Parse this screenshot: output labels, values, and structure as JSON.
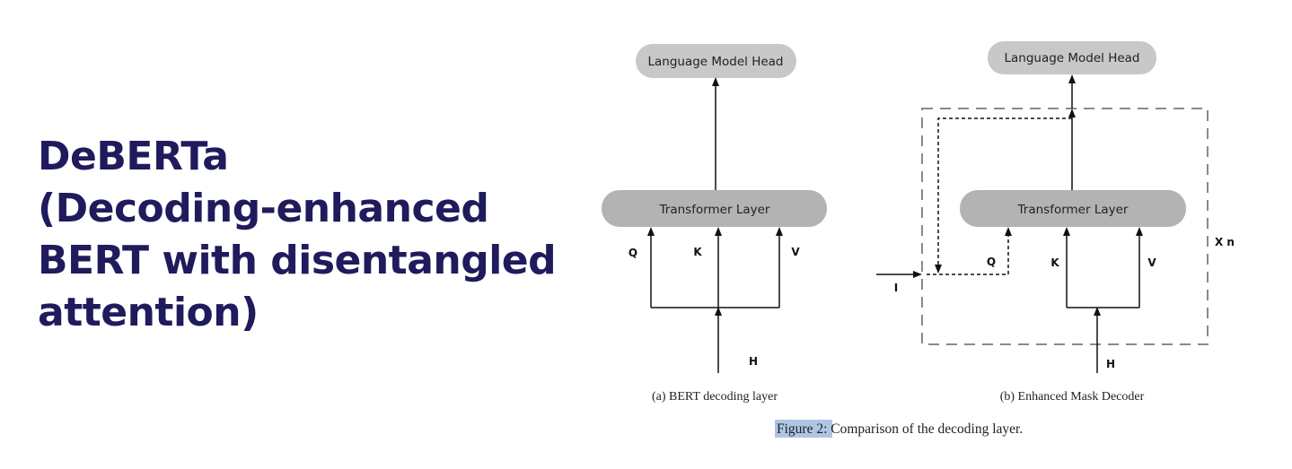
{
  "slide": {
    "title_lines": [
      "DeBERTa",
      "(Decoding-enhanced",
      "BERT with disentangled",
      "attention)"
    ]
  },
  "figure": {
    "panel_a": {
      "head_label": "Language Model Head",
      "layer_label": "Transformer Layer",
      "q_label": "Q",
      "k_label": "K",
      "v_label": "V",
      "h_label": "H",
      "caption": "(a) BERT decoding layer"
    },
    "panel_b": {
      "head_label": "Language Model Head",
      "layer_label": "Transformer Layer",
      "q_label": "Q",
      "k_label": "K",
      "v_label": "V",
      "h_label": "H",
      "i_label": "I",
      "repeat_label": "X n",
      "caption": "(b) Enhanced Mask Decoder"
    },
    "caption_ref": "Figure 2",
    "caption_text": ": Comparison of the decoding layer."
  },
  "colors": {
    "title": "#1f1b5c",
    "pill_fill": "#c8c8c8",
    "pill_dark_fill": "#b3b3b3",
    "highlight": "#aec6e4"
  }
}
